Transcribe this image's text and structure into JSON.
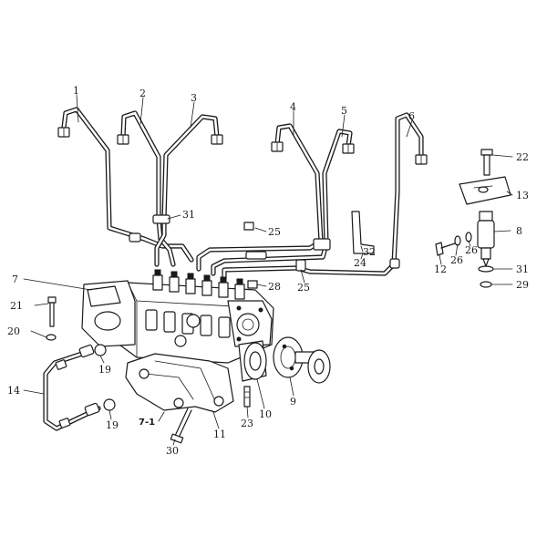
{
  "callouts": [
    {
      "id": "c1",
      "text": "1"
    },
    {
      "id": "c2",
      "text": "2"
    },
    {
      "id": "c3",
      "text": "3"
    },
    {
      "id": "c4",
      "text": "4"
    },
    {
      "id": "c5",
      "text": "5"
    },
    {
      "id": "c6",
      "text": "6"
    },
    {
      "id": "c22",
      "text": "22"
    },
    {
      "id": "c13",
      "text": "13"
    },
    {
      "id": "c31a",
      "text": "31"
    },
    {
      "id": "c25a",
      "text": "25"
    },
    {
      "id": "c8",
      "text": "8"
    },
    {
      "id": "c32",
      "text": "32"
    },
    {
      "id": "c24",
      "text": "24"
    },
    {
      "id": "c26a",
      "text": "26"
    },
    {
      "id": "c26b",
      "text": "26"
    },
    {
      "id": "c12",
      "text": "12"
    },
    {
      "id": "c31b",
      "text": "31"
    },
    {
      "id": "c29",
      "text": "29"
    },
    {
      "id": "c7",
      "text": "7"
    },
    {
      "id": "c28",
      "text": "28"
    },
    {
      "id": "c25b",
      "text": "25"
    },
    {
      "id": "c21",
      "text": "21"
    },
    {
      "id": "c20",
      "text": "20"
    },
    {
      "id": "c19a",
      "text": "19"
    },
    {
      "id": "c14",
      "text": "14"
    },
    {
      "id": "c19b",
      "text": "19"
    },
    {
      "id": "c71",
      "text": "7-1"
    },
    {
      "id": "c30",
      "text": "30"
    },
    {
      "id": "c11",
      "text": "11"
    },
    {
      "id": "c23",
      "text": "23"
    },
    {
      "id": "c10",
      "text": "10"
    },
    {
      "id": "c9",
      "text": "9"
    }
  ]
}
